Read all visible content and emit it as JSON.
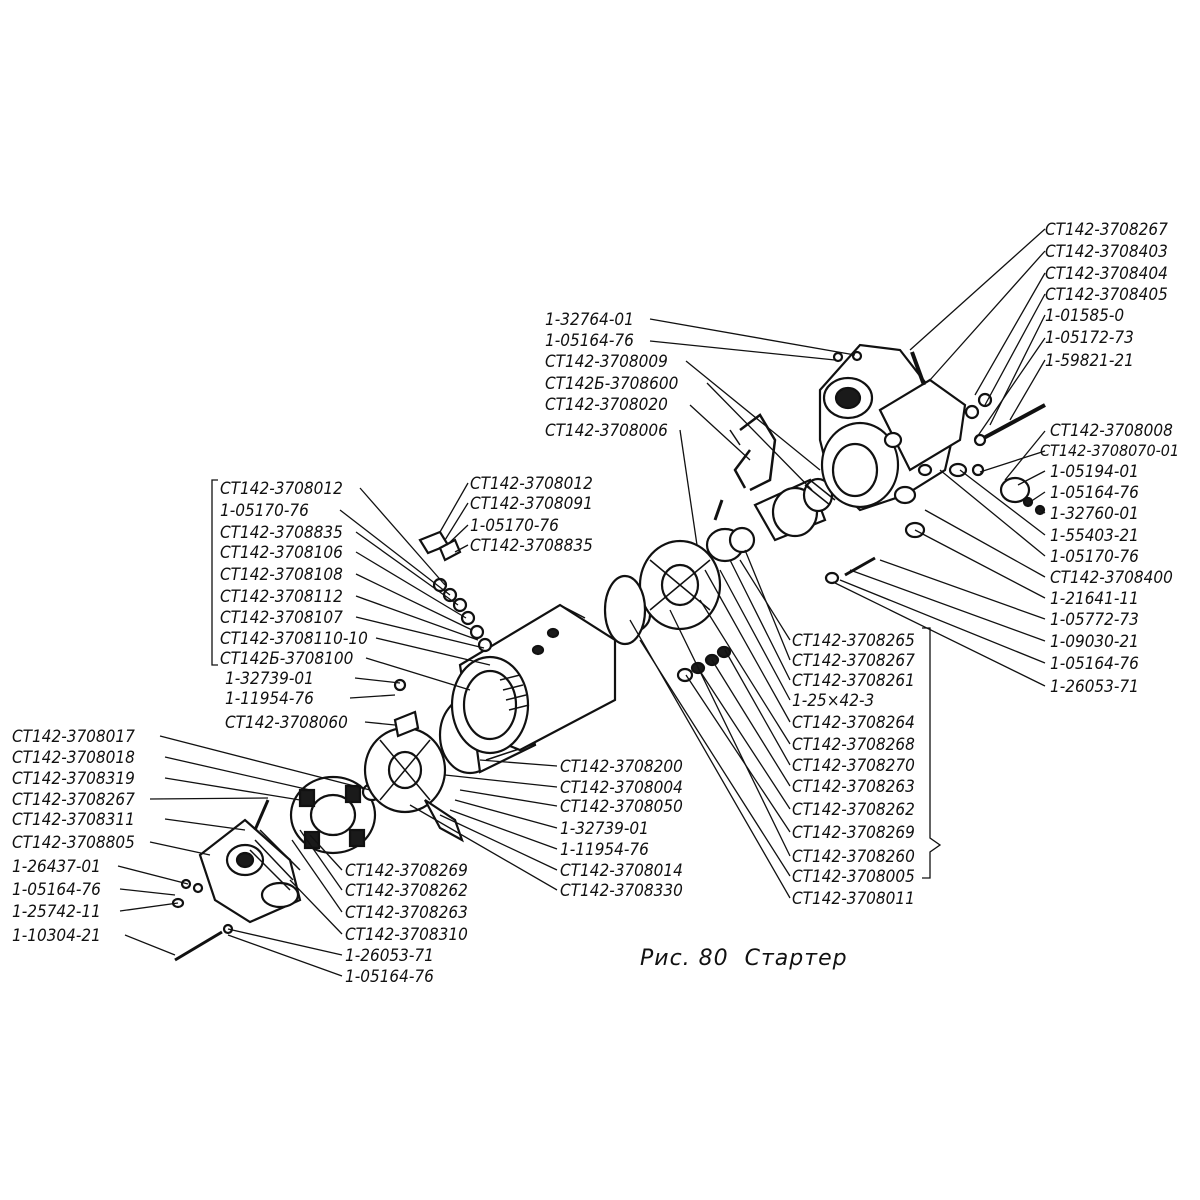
{
  "figure": {
    "caption": "Рис. 80  Стартер"
  },
  "labels": {
    "top_right": [
      "СТ142-3708267",
      "СТ142-3708403",
      "СТ142-3708404",
      "СТ142-3708405",
      "1-01585-0",
      "1-05172-73",
      "1-59821-21"
    ],
    "top_center": [
      "1-32764-01",
      "1-05164-76",
      "СТ142-3708009",
      "СТ142Б-3708600",
      "СТ142-3708020",
      "СТ142-3708006"
    ],
    "right_middle": [
      "СТ142-3708008",
      "СТ142-3708070-01",
      "1-05194-01",
      "1-05164-76",
      "1-32760-01",
      "1-55403-21",
      "1-05170-76",
      "СТ142-3708400",
      "1-21641-11",
      "1-05772-73",
      "1-09030-21",
      "1-05164-76",
      "1-26053-71"
    ],
    "center_pair": [
      "СТ142-3708012",
      "СТ142-3708091",
      "1-05170-76",
      "СТ142-3708835"
    ],
    "left_group": [
      "СТ142-3708012",
      "1-05170-76",
      "СТ142-3708835",
      "СТ142-3708106",
      "СТ142-3708108",
      "СТ142-3708112",
      "СТ142-3708107",
      "СТ142-3708110-10",
      "СТ142Б-3708100"
    ],
    "left_single": [
      "1-32739-01",
      "1-11954-76",
      "СТ142-3708060"
    ],
    "lower_center_right": [
      "СТ142-3708265",
      "СТ142-3708267",
      "СТ142-3708261",
      "1-25×42-3",
      "СТ142-3708264",
      "СТ142-3708268",
      "СТ142-3708270",
      "СТ142-3708263",
      "СТ142-3708262",
      "СТ142-3708269",
      "СТ142-3708260",
      "СТ142-3708005",
      "СТ142-3708011"
    ],
    "lower_center": [
      "СТ142-3708200",
      "СТ142-3708004",
      "СТ142-3708050",
      "1-32739-01",
      "1-11954-76",
      "СТ142-3708014",
      "СТ142-3708330"
    ],
    "bottom_left": [
      "СТ142-3708017",
      "СТ142-3708018",
      "СТ142-3708319",
      "СТ142-3708267",
      "СТ142-3708311",
      "СТ142-3708805",
      "1-26437-01",
      "1-05164-76",
      "1-25742-11",
      "1-10304-21"
    ],
    "bottom_center": [
      "СТ142-3708269",
      "СТ142-3708262",
      "СТ142-3708263",
      "СТ142-3708310",
      "1-26053-71",
      "1-05164-76"
    ]
  }
}
